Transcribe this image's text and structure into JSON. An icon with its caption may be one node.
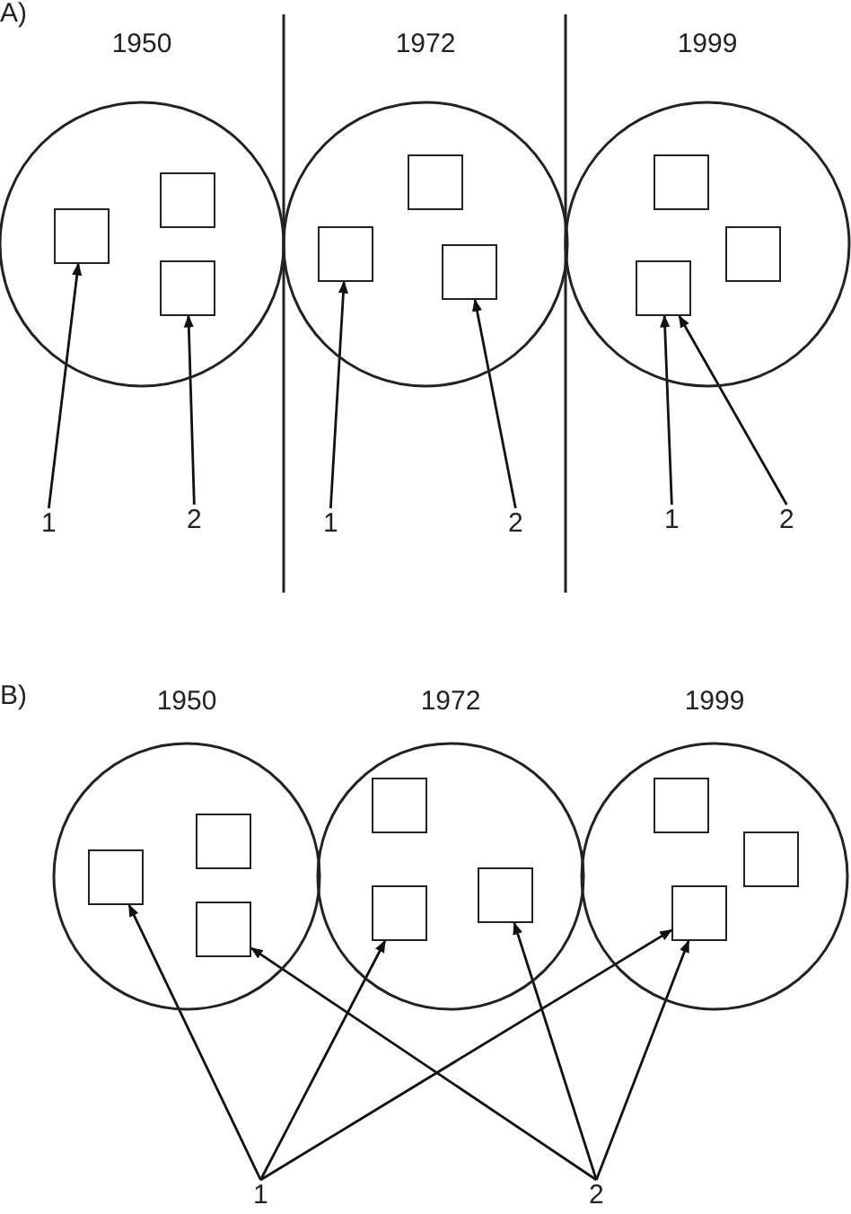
{
  "diagram": {
    "nodes": [
      {
        "text": [
          "1950"
        ]
      },
      {
        "text": [],
        "shape": "box",
        "in": 0
      },
      {
        "text": [],
        "shape": "box",
        "in": 0
      },
      {
        "text": [],
        "shape": "box",
        "in": 0
      },
      {
        "text": [
          "1972"
        ]
      },
      {
        "text": [],
        "shape": "box",
        "in": 4
      },
      {
        "text": [],
        "shape": "box",
        "in": 4
      },
      {
        "text": [],
        "shape": "box",
        "in": 4
      },
      {
        "text": [
          "1999"
        ]
      },
      {
        "text": [],
        "shape": "box",
        "in": 8
      },
      {
        "text": [],
        "shape": "box",
        "in": 8
      },
      {
        "text": [],
        "shape": "box",
        "in": 8
      },
      {
        "text": [
          "1"
        ]
      },
      {
        "text": [
          "2"
        ]
      },
      {
        "text": [
          "1"
        ]
      },
      {
        "text": [
          "2"
        ]
      },
      {
        "text": [
          "1"
        ]
      },
      {
        "text": [
          "2"
        ]
      },
      {
        "text": [
          "1950"
        ]
      },
      {
        "text": [],
        "shape": "box",
        "in": 18
      },
      {
        "text": [],
        "shape": "box",
        "in": 18
      },
      {
        "text": [],
        "shape": "box",
        "in": 18
      },
      {
        "text": [
          "1972"
        ]
      },
      {
        "text": [],
        "shape": "box",
        "in": 22
      },
      {
        "text": [],
        "shape": "box",
        "in": 22
      },
      {
        "text": [],
        "shape": "box",
        "in": 22
      },
      {
        "text": [
          "1999"
        ]
      },
      {
        "text": [],
        "shape": "box",
        "in": 26
      },
      {
        "text": [],
        "shape": "box",
        "in": 26
      },
      {
        "text": [],
        "shape": "box",
        "in": 26
      },
      {
        "text": [
          "1"
        ]
      },
      {
        "text": [
          "2"
        ]
      }
    ],
    "edges": [
      {
        "from": 12,
        "to": 1,
        "arrow": "to"
      },
      {
        "from": 13,
        "to": 3,
        "arrow": "to"
      },
      {
        "from": 14,
        "to": 5,
        "arrow": "to"
      },
      {
        "from": 15,
        "to": 7,
        "arrow": "to"
      },
      {
        "from": 16,
        "to": 11,
        "arrow": "to"
      },
      {
        "from": 17,
        "to": 11,
        "arrow": "to"
      },
      {
        "from": 30,
        "to": 19,
        "arrow": "to"
      },
      {
        "from": 30,
        "to": 24,
        "arrow": "to"
      },
      {
        "from": 30,
        "to": 29,
        "arrow": "to"
      },
      {
        "from": 31,
        "to": 21,
        "arrow": "to"
      },
      {
        "from": 31,
        "to": 25,
        "arrow": "to"
      },
      {
        "from": 31,
        "to": 29,
        "arrow": "to"
      }
    ],
    "labels": [
      "A)",
      "B)"
    ]
  }
}
